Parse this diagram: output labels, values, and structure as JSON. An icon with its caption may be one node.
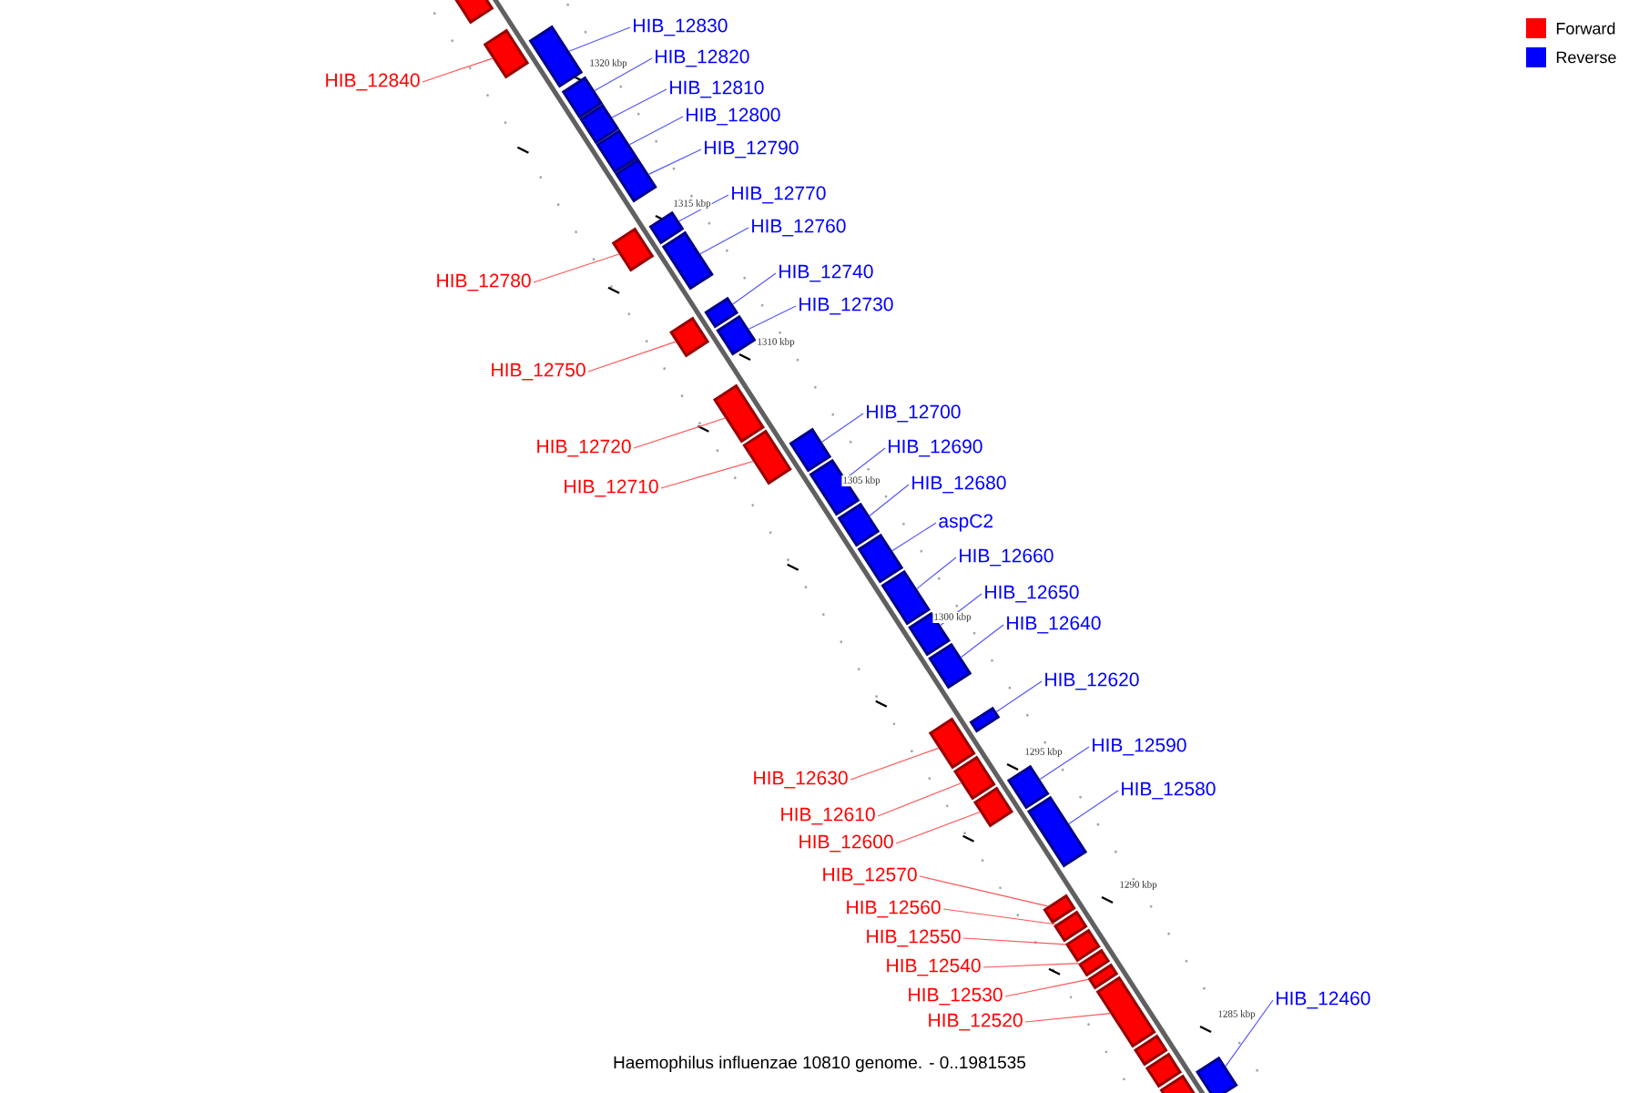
{
  "diagram": {
    "caption": "Haemophilus influenzae 10810 genome. - 0..1981535",
    "nodes": [
      {
        "text": [],
        "shape": "box"
      },
      {
        "text": [
          "HIB_12830"
        ]
      },
      {
        "text": [],
        "shape": "box"
      },
      {
        "text": [
          "HIB_12820"
        ]
      },
      {
        "text": [],
        "shape": "box"
      },
      {
        "text": [
          "HIB_12840"
        ]
      },
      {
        "text": [],
        "shape": "box"
      },
      {
        "text": [
          "HIB_12810"
        ]
      },
      {
        "text": [],
        "shape": "box"
      },
      {
        "text": [
          "HIB_12800"
        ]
      },
      {
        "text": [],
        "shape": "box"
      },
      {
        "text": [
          "HIB_12790"
        ]
      },
      {
        "text": [],
        "shape": "box"
      },
      {
        "text": [
          "HIB_12770"
        ]
      },
      {
        "text": [],
        "shape": "box"
      },
      {
        "text": [
          "HIB_12760"
        ]
      },
      {
        "text": [],
        "shape": "box"
      },
      {
        "text": [
          "HIB_12740"
        ]
      },
      {
        "text": [],
        "shape": "box"
      },
      {
        "text": [
          "HIB_12780"
        ]
      },
      {
        "text": [],
        "shape": "box"
      },
      {
        "text": [
          "HIB_12730"
        ]
      },
      {
        "text": [],
        "shape": "box"
      },
      {
        "text": [
          "HIB_12750"
        ]
      },
      {
        "text": [],
        "shape": "box"
      },
      {
        "text": [
          "HIB_12700"
        ]
      },
      {
        "text": [],
        "shape": "box"
      },
      {
        "text": [
          "HIB_12720"
        ]
      },
      {
        "text": [],
        "shape": "box"
      },
      {
        "text": [
          "HIB_12690"
        ]
      },
      {
        "text": [],
        "shape": "box"
      },
      {
        "text": [
          "HIB_12710"
        ]
      },
      {
        "text": [],
        "shape": "box"
      },
      {
        "text": [
          "HIB_12680"
        ]
      },
      {
        "text": [],
        "shape": "box"
      },
      {
        "text": [
          "aspC2"
        ]
      },
      {
        "text": [],
        "shape": "box"
      },
      {
        "text": [
          "HIB_12660"
        ]
      },
      {
        "text": [],
        "shape": "box"
      },
      {
        "text": [
          "HIB_12650"
        ]
      },
      {
        "text": [],
        "shape": "box"
      },
      {
        "text": [
          "HIB_12640"
        ]
      },
      {
        "text": [],
        "shape": "box"
      },
      {
        "text": [
          "HIB_12620"
        ]
      },
      {
        "text": [],
        "shape": "box"
      },
      {
        "text": [
          "HIB_12590"
        ]
      },
      {
        "text": [],
        "shape": "box"
      },
      {
        "text": [
          "HIB_12630"
        ]
      },
      {
        "text": [],
        "shape": "box"
      },
      {
        "text": [
          "HIB_12580"
        ]
      },
      {
        "text": [],
        "shape": "box"
      },
      {
        "text": [
          "HIB_12610"
        ]
      },
      {
        "text": [],
        "shape": "box"
      },
      {
        "text": [
          "HIB_12600"
        ]
      },
      {
        "text": [],
        "shape": "box"
      },
      {
        "text": [
          "HIB_12570"
        ]
      },
      {
        "text": [],
        "shape": "box"
      },
      {
        "text": [
          "HIB_12560"
        ]
      },
      {
        "text": [],
        "shape": "box"
      },
      {
        "text": [
          "HIB_12550"
        ]
      },
      {
        "text": [],
        "shape": "box"
      },
      {
        "text": [
          "HIB_12540"
        ]
      },
      {
        "text": [],
        "shape": "box"
      },
      {
        "text": [
          "HIB_12530"
        ]
      },
      {
        "text": [],
        "shape": "box"
      },
      {
        "text": [
          "HIB_12460"
        ]
      },
      {
        "text": [],
        "shape": "box"
      },
      {
        "text": [
          "HIB_12520"
        ]
      },
      {
        "text": [],
        "shape": "box"
      },
      {
        "text": [],
        "shape": "box"
      },
      {
        "text": [],
        "shape": "box"
      },
      {
        "text": [],
        "shape": "box"
      }
    ],
    "edges": [
      {
        "from": 1,
        "to": 2,
        "arrow": "none",
        "color": "#5555ff"
      },
      {
        "from": 3,
        "to": 4,
        "arrow": "none",
        "color": "#5555ff"
      },
      {
        "from": 5,
        "to": 6,
        "arrow": "none",
        "color": "#ff5555"
      },
      {
        "from": 7,
        "to": 8,
        "arrow": "none",
        "color": "#5555ff"
      },
      {
        "from": 9,
        "to": 10,
        "arrow": "none",
        "color": "#5555ff"
      },
      {
        "from": 11,
        "to": 12,
        "arrow": "none",
        "color": "#5555ff"
      },
      {
        "from": 13,
        "to": 14,
        "arrow": "none",
        "color": "#5555ff"
      },
      {
        "from": 15,
        "to": 16,
        "arrow": "none",
        "color": "#5555ff"
      },
      {
        "from": 17,
        "to": 18,
        "arrow": "none",
        "color": "#5555ff"
      },
      {
        "from": 19,
        "to": 20,
        "arrow": "none",
        "color": "#ff5555"
      },
      {
        "from": 21,
        "to": 22,
        "arrow": "none",
        "color": "#5555ff"
      },
      {
        "from": 23,
        "to": 24,
        "arrow": "none",
        "color": "#ff5555"
      },
      {
        "from": 25,
        "to": 26,
        "arrow": "none",
        "color": "#5555ff"
      },
      {
        "from": 27,
        "to": 28,
        "arrow": "none",
        "color": "#ff5555"
      },
      {
        "from": 29,
        "to": 30,
        "arrow": "none",
        "color": "#5555ff"
      },
      {
        "from": 31,
        "to": 32,
        "arrow": "none",
        "color": "#ff5555"
      },
      {
        "from": 33,
        "to": 34,
        "arrow": "none",
        "color": "#5555ff"
      },
      {
        "from": 35,
        "to": 36,
        "arrow": "none",
        "color": "#5555ff"
      },
      {
        "from": 37,
        "to": 38,
        "arrow": "none",
        "color": "#5555ff"
      },
      {
        "from": 39,
        "to": 40,
        "arrow": "none",
        "color": "#5555ff"
      },
      {
        "from": 41,
        "to": 42,
        "arrow": "none",
        "color": "#5555ff"
      },
      {
        "from": 43,
        "to": 44,
        "arrow": "none",
        "color": "#5555ff"
      },
      {
        "from": 45,
        "to": 46,
        "arrow": "none",
        "color": "#5555ff"
      },
      {
        "from": 47,
        "to": 48,
        "arrow": "none",
        "color": "#ff5555"
      },
      {
        "from": 49,
        "to": 50,
        "arrow": "none",
        "color": "#5555ff"
      },
      {
        "from": 51,
        "to": 52,
        "arrow": "none",
        "color": "#ff5555"
      },
      {
        "from": 53,
        "to": 54,
        "arrow": "none",
        "color": "#ff5555"
      },
      {
        "from": 55,
        "to": 56,
        "arrow": "none",
        "color": "#ff5555"
      },
      {
        "from": 57,
        "to": 58,
        "arrow": "none",
        "color": "#ff5555"
      },
      {
        "from": 59,
        "to": 60,
        "arrow": "none",
        "color": "#ff5555"
      },
      {
        "from": 61,
        "to": 62,
        "arrow": "none",
        "color": "#ff5555"
      },
      {
        "from": 63,
        "to": 64,
        "arrow": "none",
        "color": "#ff5555"
      },
      {
        "from": 65,
        "to": 66,
        "arrow": "none",
        "color": "#5555ff"
      },
      {
        "from": 67,
        "to": 68,
        "arrow": "none",
        "color": "#ff5555"
      }
    ],
    "labels": [
      "1320 kbp",
      "1315 kbp",
      "1310 kbp",
      "1305 kbp",
      "1300 kbp",
      "1295 kbp",
      "1290 kbp",
      "1285 kbp"
    ],
    "legend": [
      {
        "text": "Forward",
        "color": "#ff0000"
      },
      {
        "text": "Reverse",
        "color": "#0000ff"
      }
    ]
  }
}
